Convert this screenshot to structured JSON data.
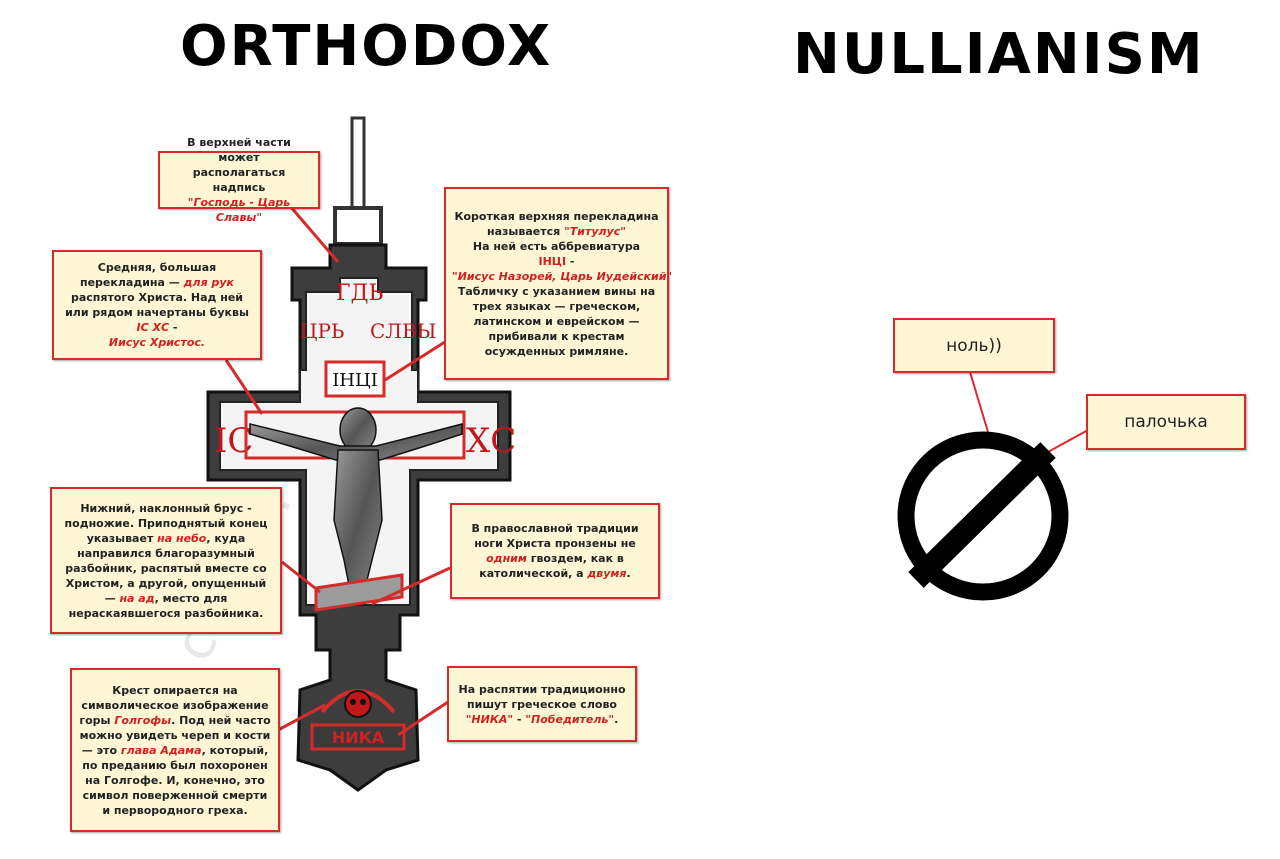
{
  "titles": {
    "left": "ORTHODOX",
    "right": "NULLIANISM"
  },
  "cross": {
    "top_label_1": "ГДЬ",
    "top_label_2a": "ЦРЬ",
    "top_label_2b": "СЛВЫ",
    "titulus": "ІНЦІ",
    "left_abbr": "ІС",
    "right_abbr": "ХС",
    "base_word": "НИКА",
    "watermark": "centr..."
  },
  "callouts": {
    "top_inscription": {
      "line1": "В верхней части может",
      "line2": "располагаться надпись",
      "quote": "\"Господь - Царь Славы\""
    },
    "titulus": {
      "line1": "Короткая верхняя перекладина",
      "line2": "называется",
      "term": "\"Титулус\"",
      "line3": "На ней есть аббревиатура",
      "abbr": "ІНЦІ",
      "dash": " -",
      "meaning": "\"Иисус Назорей, Царь Иудейский\"",
      "line4": "Табличку с указанием вины на",
      "line5": "трех языках — греческом,",
      "line6": "латинском и еврейском —",
      "line7": "прибивали к крестам",
      "line8": "осужденных римляне."
    },
    "middle_bar": {
      "line1": "Средняя, большая",
      "line2a": "перекладина —",
      "for_hands": "для рук",
      "line3": "распятого Христа. Над ней",
      "line4": "или рядом начертаны буквы",
      "abbr": "ІС ХС",
      "dash": " -",
      "meaning": "Иисус Христос."
    },
    "footrest": {
      "line1": "Нижний, наклонный брус -",
      "line2": "подножие. Приподнятый конец",
      "line3a": "указывает",
      "heaven": "на небо",
      "line3b": ", куда",
      "line4": "направился благоразумный",
      "line5": "разбойник, распятый вместе со",
      "line6": "Христом, а другой, опущенный",
      "line7a": "—",
      "hell": "на ад",
      "line7b": ", место для",
      "line8": "нераскаявшегося разбойника."
    },
    "nails": {
      "line1": "В православной традиции",
      "line2": "ноги Христа пронзены не",
      "one": "одним",
      "line3b": " гвоздем, как в",
      "line4a": "католической, а",
      "two": "двумя",
      "dot": "."
    },
    "golgotha": {
      "line1": "Крест опирается на",
      "line2": "символическое изображение",
      "line3a": "горы",
      "golgotha": "Голгофы",
      "line3b": ". Под ней часто",
      "line4": "можно увидеть череп и кости",
      "line5a": "— это",
      "adam": "глава Адама",
      "line5b": ", который,",
      "line6": "по преданию был похоронен",
      "line7": "на Голгофе. И, конечно, это",
      "line8": "символ поверженной смерти",
      "line9": "и первородного греха."
    },
    "nika": {
      "line1": "На распятии традиционно",
      "line2": "пишут греческое слово",
      "word": "\"НИКА\"",
      "dash": " - ",
      "meaning": "\"Победитель\"",
      "dot": "."
    }
  },
  "nullianism": {
    "label_zero": "ноль))",
    "label_stick": "палочька"
  },
  "colors": {
    "callout_bg": "#fff6d5",
    "callout_border": "#d42b2b",
    "accent_red": "#d21f1f",
    "cross_metal": "#6e6e6e"
  }
}
